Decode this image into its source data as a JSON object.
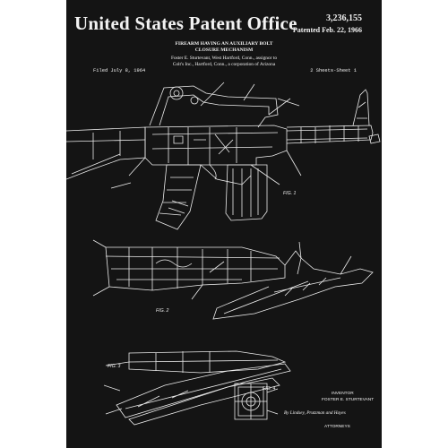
{
  "poster": {
    "office_title": "United States Patent Office",
    "patent_number": "3,236,155",
    "patented": "Patented Feb. 22, 1966",
    "title_lines": [
      "FIREARM HAVING AN AUXILIARY BOLT",
      "CLOSURE MECHANISM"
    ],
    "inventor_lines": [
      "Foster E. Sturtevant, West Hartford, Conn., assignor to",
      "Colt's Inc., Hartford, Conn., a corporation of Arizona"
    ],
    "filed": "Filed July 8, 1964",
    "sheets": "2 Sheets-Sheet 1",
    "figures": [
      "FIG. 1",
      "FIG. 2",
      "FIG. 3",
      "FIG. 4"
    ],
    "signature_block": {
      "inventor_label": "INVENTOR",
      "inventor_name": "FOSTER E. STURTEVANT",
      "attorney_signature": "By Lindsey, Prutzman and Hayes",
      "attorneys_label": "ATTORNEYS"
    }
  },
  "colors": {
    "frame": "#ffffff",
    "background": "#141414",
    "ink": "#f2f2f2"
  }
}
